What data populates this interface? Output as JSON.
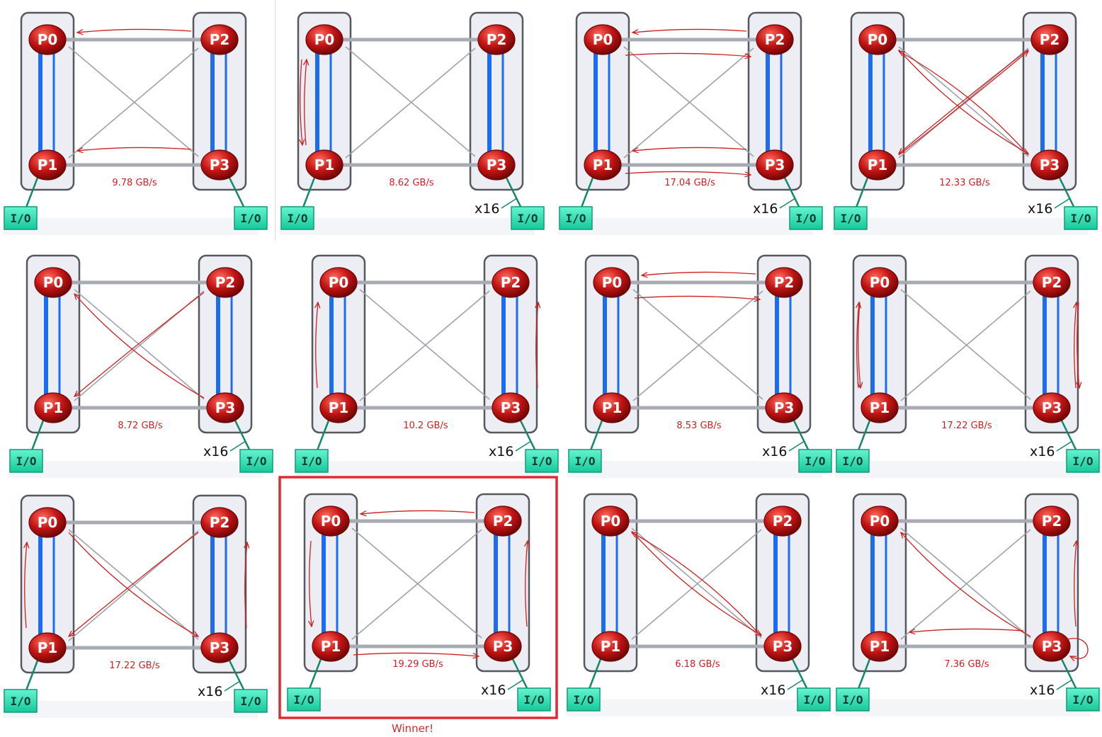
{
  "labels": {
    "x16": "x16",
    "io": "I/O",
    "winner": "Winner!"
  },
  "nodes": [
    "P0",
    "P1",
    "P2",
    "P3"
  ],
  "colors": {
    "node": "#b31010",
    "node_border": "#6d0606",
    "io_fill": "#2ee6b8",
    "io_border": "#139a78",
    "link_blue": "#1a6df0",
    "link_gray": "#a7abb3",
    "annotation": "#cc2020",
    "winner_box": "#e02a33"
  },
  "panels": [
    {
      "id": "1",
      "bandwidth": "9.78 GB/s",
      "x16": false,
      "arrows": [
        "P2->P0",
        "P3->P1"
      ]
    },
    {
      "id": "2",
      "bandwidth": "8.62 GB/s",
      "x16": true,
      "arrows": [
        "P0->P1",
        "P1->P0"
      ]
    },
    {
      "id": "3",
      "bandwidth": "17.04 GB/s",
      "x16": true,
      "arrows": [
        "P2->P0",
        "P0->P2",
        "P3->P1",
        "P1->P3"
      ]
    },
    {
      "id": "4",
      "bandwidth": "12.33 GB/s",
      "x16": true,
      "arrows": [
        "P0->P3",
        "P3->P0",
        "P1->P2",
        "P2->P1"
      ]
    },
    {
      "id": "5",
      "bandwidth": "8.72 GB/s",
      "x16": true,
      "arrows": [
        "P3->P0",
        "P2->P1"
      ]
    },
    {
      "id": "6",
      "bandwidth": "10.2 GB/s",
      "x16": true,
      "arrows": [
        "P1->P0",
        "P3->P2"
      ]
    },
    {
      "id": "7",
      "bandwidth": "8.53 GB/s",
      "x16": true,
      "arrows": [
        "P0->P2",
        "P2->P0"
      ]
    },
    {
      "id": "8",
      "bandwidth": "17.22 GB/s",
      "x16": true,
      "arrows": [
        "P1->P0",
        "P0->P1",
        "P3->P2",
        "P2->P3"
      ]
    },
    {
      "id": "9",
      "bandwidth": "17.22 GB/s",
      "x16": true,
      "arrows": [
        "P1->P0",
        "P3->P2",
        "P0->P3",
        "P2->P1"
      ]
    },
    {
      "id": "10",
      "bandwidth": "19.29 GB/s",
      "x16": true,
      "winner": true,
      "arrows": [
        "P2->P0",
        "P0->P1",
        "P3->P2",
        "P1->P3"
      ]
    },
    {
      "id": "11",
      "bandwidth": "6.18 GB/s",
      "x16": true,
      "arrows": [
        "P0->P3",
        "P3->P0"
      ]
    },
    {
      "id": "12",
      "bandwidth": "7.36 GB/s",
      "x16": true,
      "arrows": [
        "P3->P0",
        "P3->P1",
        "P3->P2",
        "P3->P3"
      ]
    }
  ]
}
